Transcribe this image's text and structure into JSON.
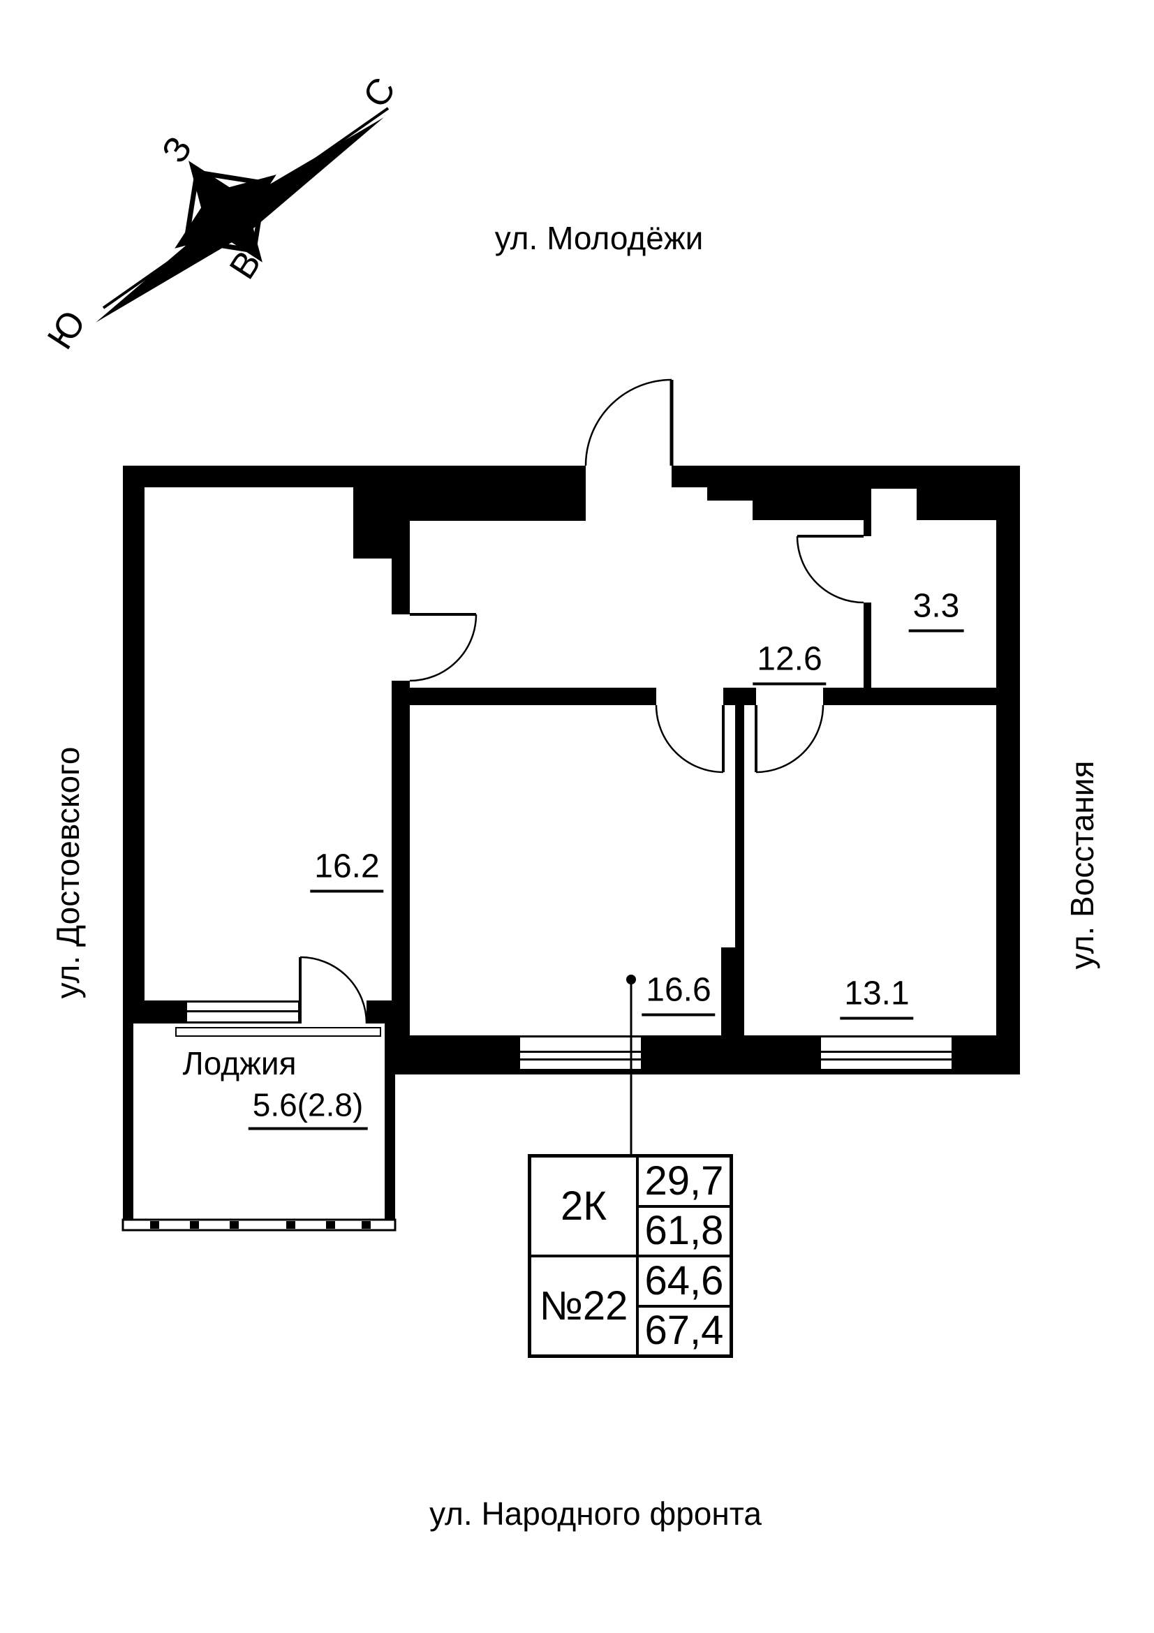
{
  "compass": {
    "north": "С",
    "south": "Ю",
    "west": "З",
    "east": "В"
  },
  "streets": {
    "top": "ул. Молодёжи",
    "left": "ул. Достоевского",
    "right": "ул. Восстания",
    "bottom": "ул. Народного фронта"
  },
  "rooms": {
    "living": {
      "label": "16.2"
    },
    "hall": {
      "label": "12.6"
    },
    "bath": {
      "label": "3.3"
    },
    "bedroom1": {
      "label": "16.6"
    },
    "bedroom2": {
      "label": "13.1"
    }
  },
  "loggia": {
    "name": "Лоджия",
    "area": "5.6(2.8)"
  },
  "info_table": {
    "apartment_type": "2К",
    "apartment_number": "№22",
    "living_area": "29,7",
    "area_row2": "61,8",
    "area_row3": "64,6",
    "total_area": "67,4"
  },
  "colors": {
    "ink": "#000000",
    "paper": "#ffffff"
  }
}
